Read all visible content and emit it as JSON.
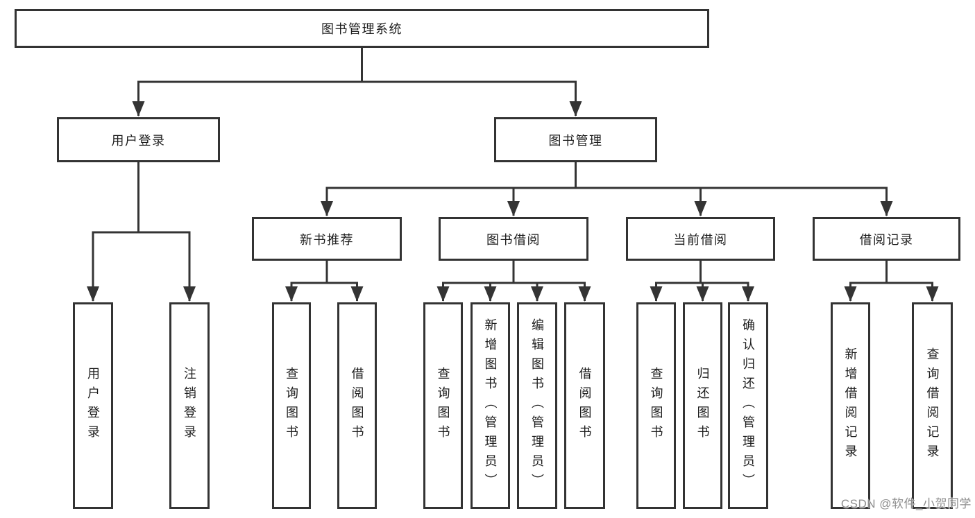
{
  "diagram": {
    "watermark": "CSDN @软件_小贺同学",
    "colors": {
      "line": "#343434",
      "border": "#333333",
      "text": "#1d1d1d",
      "background": "#ffffff",
      "watermark_text": "#8e8e8e"
    },
    "nodes": {
      "root": {
        "label": "图书管理系统"
      },
      "user_login": {
        "label": "用户登录"
      },
      "book_mgmt": {
        "label": "图书管理"
      },
      "new_book_rec": {
        "label": "新书推荐"
      },
      "book_borrow": {
        "label": "图书借阅"
      },
      "current_borrow": {
        "label": "当前借阅"
      },
      "borrow_record": {
        "label": "借阅记录"
      },
      "leaf_user_login": {
        "label": "用户登录"
      },
      "leaf_logout_login": {
        "label": "注销登录"
      },
      "leaf_query_book_new": {
        "label": "查询图书"
      },
      "leaf_borrow_book_new": {
        "label": "借阅图书"
      },
      "leaf_query_book_borrow": {
        "label": "查询图书"
      },
      "leaf_add_book_admin": {
        "label": "新增图书（管理员）"
      },
      "leaf_edit_book_admin": {
        "label": "编辑图书（管理员）"
      },
      "leaf_borrow_book_borrow": {
        "label": "借阅图书"
      },
      "leaf_query_book_current": {
        "label": "查询图书"
      },
      "leaf_return_book": {
        "label": "归还图书"
      },
      "leaf_confirm_return_admin": {
        "label": "确认归还（管理员）"
      },
      "leaf_add_borrow_record": {
        "label": "新增借阅记录"
      },
      "leaf_query_borrow_record": {
        "label": "查询借阅记录"
      }
    },
    "hierarchy": {
      "root": [
        "user_login",
        "book_mgmt"
      ],
      "user_login": [
        "leaf_user_login",
        "leaf_logout_login"
      ],
      "book_mgmt": [
        "new_book_rec",
        "book_borrow",
        "current_borrow",
        "borrow_record"
      ],
      "new_book_rec": [
        "leaf_query_book_new",
        "leaf_borrow_book_new"
      ],
      "book_borrow": [
        "leaf_query_book_borrow",
        "leaf_add_book_admin",
        "leaf_edit_book_admin",
        "leaf_borrow_book_borrow"
      ],
      "current_borrow": [
        "leaf_query_book_current",
        "leaf_return_book",
        "leaf_confirm_return_admin"
      ],
      "borrow_record": [
        "leaf_add_borrow_record",
        "leaf_query_borrow_record"
      ]
    }
  }
}
